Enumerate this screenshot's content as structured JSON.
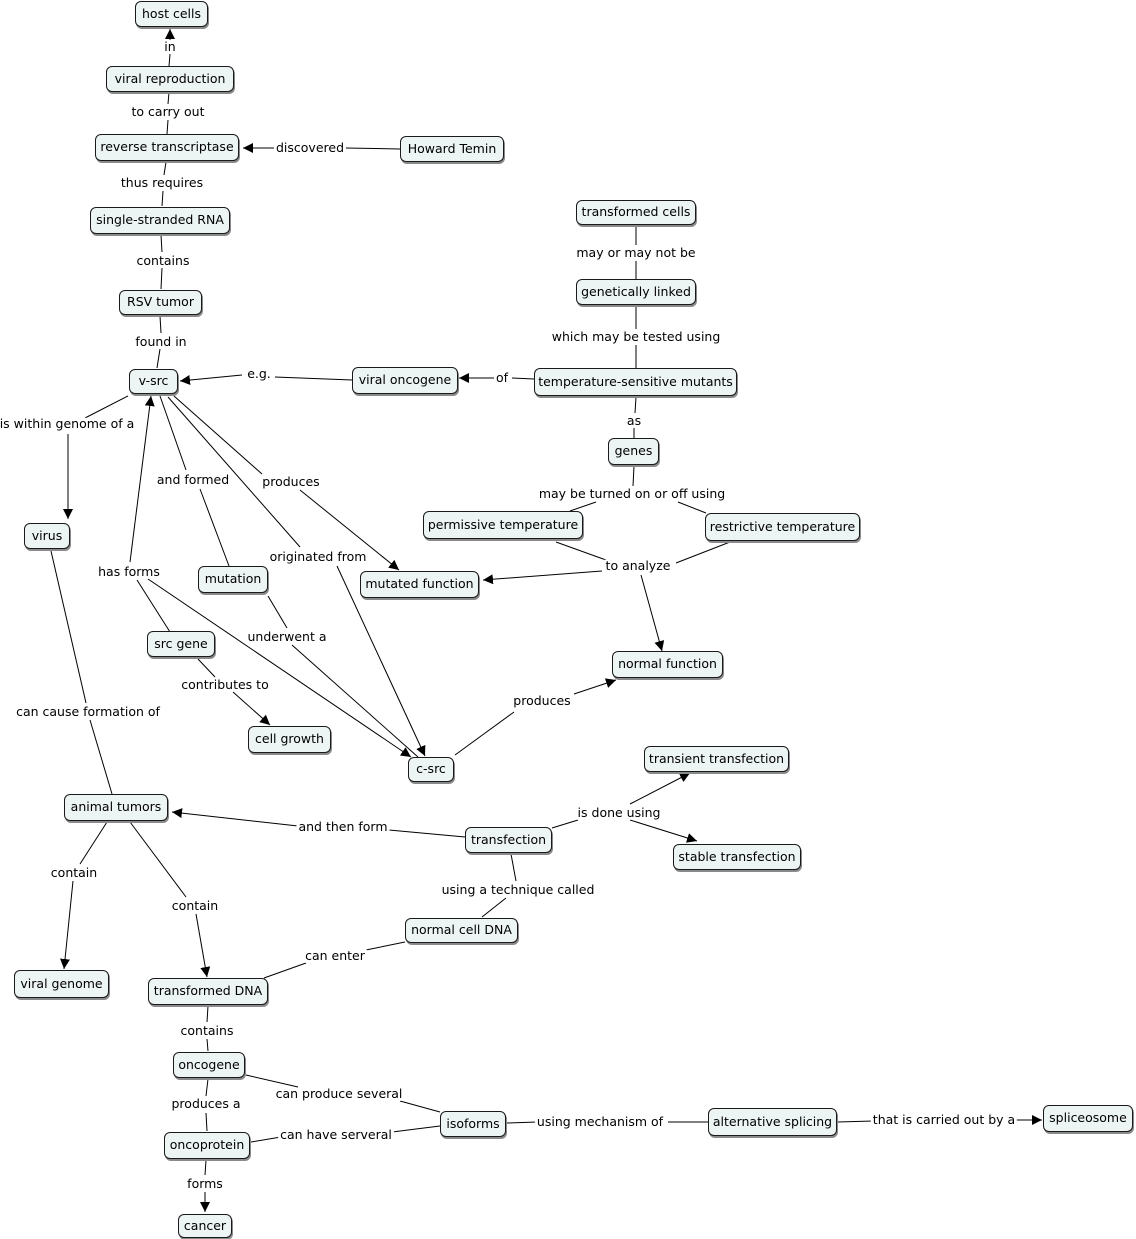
{
  "nodes": {
    "host_cells": "host cells",
    "viral_reproduction": "viral reproduction",
    "reverse_transcriptase": "reverse transcriptase",
    "howard_temin": "Howard Temin",
    "single_stranded_rna": "single-stranded RNA",
    "rsv_tumor": "RSV tumor",
    "v_src": "v-src",
    "virus": "virus",
    "viral_oncogene": "viral oncogene",
    "temperature_sensitive_mutants": "temperature-sensitive mutants",
    "transformed_cells": "transformed cells",
    "genetically_linked": "genetically linked",
    "genes": "genes",
    "permissive_temperature": "permissive temperature",
    "restrictive_temperature": "restrictive temperature",
    "mutation": "mutation",
    "mutated_function": "mutated function",
    "normal_function": "normal function",
    "src_gene": "src gene",
    "cell_growth": "cell growth",
    "c_src": "c-src",
    "transient_transfection": "transient transfection",
    "stable_transfection": "stable transfection",
    "transfection": "transfection",
    "animal_tumors": "animal tumors",
    "normal_cell_dna": "normal cell DNA",
    "viral_genome": "viral genome",
    "transformed_dna": "transformed DNA",
    "oncogene": "oncogene",
    "isoforms": "isoforms",
    "alternative_splicing": "alternative splicing",
    "spliceosome": "spliceosome",
    "oncoprotein": "oncoprotein",
    "cancer": "cancer"
  },
  "links": {
    "in": "in",
    "to_carry_out": "to carry out",
    "discovered": "discovered",
    "thus_requires": "thus requires",
    "contains_rna": "contains",
    "found_in": "found in",
    "eg": "e.g.",
    "of": "of",
    "may_or_may_not_be": "may or may not be",
    "which_may_be_tested_using": "which may be tested using",
    "as": "as",
    "may_be_turned": "may be turned on or off using",
    "to_analyze": "to analyze",
    "is_within_genome": "is within genome of a",
    "and_formed": "and formed",
    "produces_vsrc": "produces",
    "originated_from": "originated from",
    "has_forms": "has forms",
    "underwent_a": "underwent a",
    "contributes_to": "contributes to",
    "produces_csrc": "produces",
    "can_cause_formation": "can cause formation of",
    "is_done_using": "is done using",
    "and_then_form": "and then form",
    "using_technique": "using a technique called",
    "contain_left": "contain",
    "contain_right": "contain",
    "can_enter": "can enter",
    "contains_dna": "contains",
    "produces_a": "produces a",
    "can_produce_several": "can produce several",
    "using_mechanism": "using mechanism of",
    "carried_out_by": "that is carried out by a",
    "can_have_serveral": "can have serveral",
    "forms": "forms"
  }
}
